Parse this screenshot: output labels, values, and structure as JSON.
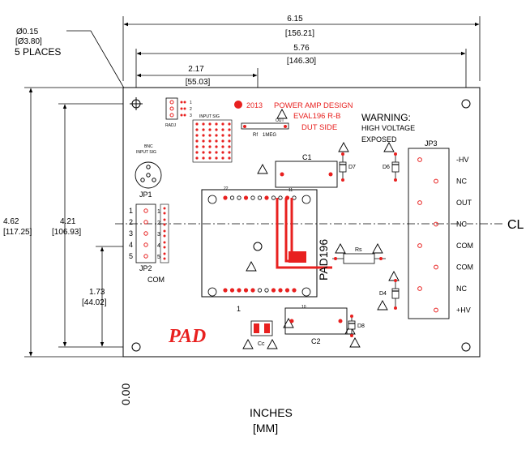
{
  "dimensions": {
    "hole": {
      "inches": "Ø0.15",
      "mm": "[Ø3.80]",
      "count": "5 PLACES"
    },
    "overall_width": {
      "inches": "6.15",
      "mm": "[156.21]"
    },
    "hole_span": {
      "inches": "5.76",
      "mm": "[146.30]"
    },
    "offset_x": {
      "inches": "2.17",
      "mm": "[55.03]"
    },
    "overall_height": {
      "inches": "4.62",
      "mm": "[117.25]"
    },
    "hole_height": {
      "inches": "4.21",
      "mm": "[106.93]"
    },
    "offset_y": {
      "inches": "1.73",
      "mm": "[44.02]"
    },
    "origin": "0.00"
  },
  "units": {
    "primary": "INCHES",
    "secondary": "[MM]"
  },
  "centerline": "CL",
  "silkscreen": {
    "copyright_year": "2013",
    "title_line1": "POWER AMP DESIGN",
    "title_line2": "EVAL196 R-B",
    "title_line3": "DUT SIDE",
    "warning_title": "WARNING:",
    "warning_line1": "HIGH VOLTAGE",
    "warning_line2": "EXPOSED",
    "logo": "PAD",
    "device": "PAD196",
    "radj": "RADJ",
    "radj_pins": [
      "1",
      "2",
      "3"
    ],
    "input_sig": "INPUT SIG",
    "rf": "Rf",
    "rf_value": "1MEG",
    "out": "OUT",
    "bnc_line1": "BNC",
    "bnc_line2": "INPUT SIG",
    "jp1": "JP1",
    "jp2": "JP2",
    "jp2_pins": [
      "1",
      "2",
      "3",
      "4",
      "5"
    ],
    "com": "COM",
    "c1": "C1",
    "c2": "C2",
    "cc": "Cc",
    "d4": "D4",
    "d6": "D6",
    "d7": "D7",
    "d8": "D8",
    "rs": "Rs",
    "pin1": "1",
    "pin10": "10",
    "pin11": "11",
    "pin22": "22",
    "jp3": "JP3",
    "jp3_pins": [
      "-HV",
      "NC",
      "OUT",
      "NC",
      "COM",
      "COM",
      "NC",
      "+HV"
    ]
  },
  "colors": {
    "copper": "#e8201f",
    "ink": "#000000",
    "board": "#ffffff"
  }
}
